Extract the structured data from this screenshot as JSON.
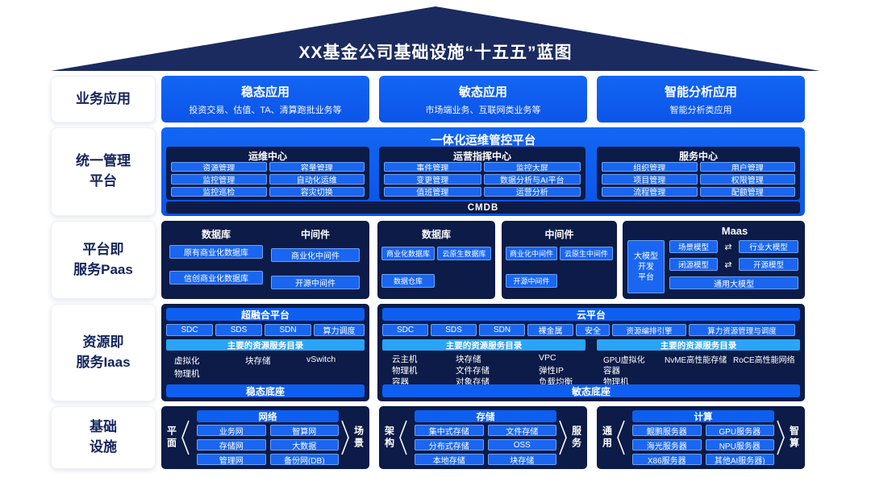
{
  "colors": {
    "roof_navy": "#1b2b5f",
    "bright_blue": "#0e5ff0",
    "dark_navy": "#0c1b47",
    "cell_blue": "#1a66f0",
    "cell_border": "#6aa3f8",
    "light_blue": "#2aa4f6"
  },
  "roof": {
    "title": "XX基金公司基础设施“十五五”蓝图"
  },
  "business": {
    "label": "业务应用",
    "apps": [
      {
        "title": "稳态应用",
        "subtitle": "投资交易、估值、TA、清算跑批业务等"
      },
      {
        "title": "敏态应用",
        "subtitle": "市场端业务、互联网类业务等"
      },
      {
        "title": "智能分析应用",
        "subtitle": "智能分析类应用"
      }
    ]
  },
  "management": {
    "label": "统一管理\n平台",
    "platform_title": "一体化运维管控平台",
    "centers": [
      {
        "title": "运维中心",
        "items": [
          "资源管理",
          "容量管理",
          "监控管理",
          "自动化运维",
          "监控巡检",
          "容灾切换"
        ]
      },
      {
        "title": "运营指挥中心",
        "items": [
          "事件管理",
          "监控大屏",
          "变更管理",
          "数据分析与AI平台",
          "值班管理",
          "运营分析"
        ]
      },
      {
        "title": "服务中心",
        "items": [
          "组织管理",
          "用户管理",
          "项目管理",
          "权限管理",
          "流程管理",
          "配额管理"
        ]
      }
    ],
    "cmdb": "CMDB"
  },
  "paas": {
    "label": "平台即\n服务Paas",
    "db_mw": {
      "db_header": "数据库",
      "mw_header": "中间件",
      "db_items": [
        "原有商业化数据库",
        "信创商业化数据库"
      ],
      "mw_items": [
        "商业化中间件",
        "开源中间件"
      ]
    },
    "db": {
      "header": "数据库",
      "items": [
        "商业化数据库",
        "云原生数据库",
        "数据仓库"
      ]
    },
    "mw": {
      "header": "中间件",
      "items": [
        "商业化中间件",
        "云原生中间件",
        "开源中间件"
      ]
    },
    "maas": {
      "header": "Maas",
      "platform_cell": "大模型\n开发\n平台",
      "rows": [
        {
          "left": "场景模型",
          "arrow": "⇄",
          "right": "行业大模型"
        },
        {
          "left": "闭源模型",
          "arrow": "⇄",
          "right": "开源模型"
        }
      ],
      "bottom_cell": "通用大模型"
    }
  },
  "iaas": {
    "label": "资源即\n服务Iaas",
    "hci": {
      "header": "超融合平台",
      "tech": [
        "SDC",
        "SDS",
        "SDN",
        "算力调度"
      ],
      "catalog_header": "主要的资源服务目录",
      "items": [
        "虚拟化",
        "块存储",
        "vSwitch",
        "物理机"
      ],
      "footer": "稳态底座"
    },
    "cloud": {
      "header": "云平台",
      "tech": [
        "SDC",
        "SDS",
        "SDN",
        "裸金属",
        "安全",
        "资源编排引擎",
        "算力资源管理与调度"
      ],
      "catalog_left_header": "主要的资源服务目录",
      "catalog_right_header": "主要的资源服务目录",
      "left_items": [
        "云主机",
        "块存储",
        "VPC",
        "物理机",
        "文件存储",
        "弹性IP",
        "容器",
        "对象存储",
        "负载均衡"
      ],
      "right_items": [
        "GPU虚拟化",
        "NvME高性能存储",
        "RoCE高性能网络",
        "容器",
        "物理机"
      ],
      "footer": "敏态底座"
    }
  },
  "infra": {
    "label": "基础\n设施",
    "groups": [
      {
        "left_label": "平面",
        "right_label": "场景",
        "header": "网络",
        "cells": [
          "业务网",
          "智算网",
          "存储网",
          "大数据",
          "管理网",
          "备份网(DB)"
        ]
      },
      {
        "left_label": "架构",
        "right_label": "服务",
        "header": "存储",
        "cells": [
          "集中式存储",
          "文件存储",
          "分布式存储",
          "OSS",
          "本地存储",
          "块存储"
        ]
      },
      {
        "left_label": "通用",
        "right_label": "智算",
        "header": "计算",
        "cells": [
          "鲲鹏服务器",
          "GPU服务器",
          "海光服务器",
          "NPU服务器",
          "X86服务器",
          "其他AI服务器)"
        ]
      }
    ]
  }
}
